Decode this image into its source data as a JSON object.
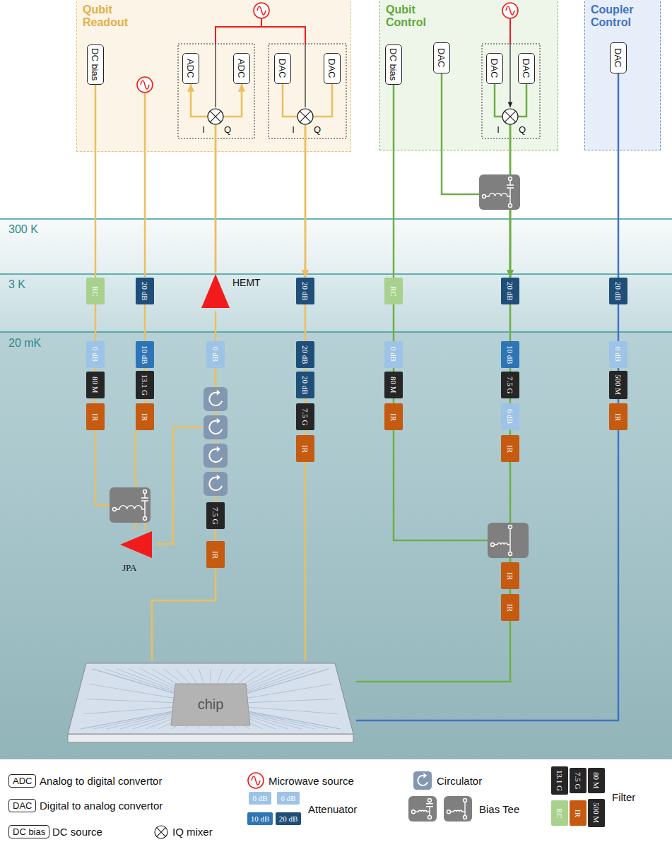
{
  "diagram": {
    "nodes": [
      {
        "text": [
          "Qubit Readout"
        ]
      },
      {
        "text": [
          "DC bias"
        ],
        "in": 0
      },
      {
        "text": [
          "ADC"
        ],
        "in": 0
      },
      {
        "text": [
          "ADC"
        ],
        "in": 0
      },
      {
        "text": [
          "DAC"
        ],
        "in": 0
      },
      {
        "text": [
          "DAC"
        ],
        "in": 0
      },
      {
        "text": [
          "Qubit Control"
        ]
      },
      {
        "text": [
          "DC bias"
        ],
        "in": 6
      },
      {
        "text": [
          "DAC"
        ],
        "in": 6
      },
      {
        "text": [
          "DAC"
        ],
        "in": 6
      },
      {
        "text": [
          "DAC"
        ],
        "in": 6
      },
      {
        "text": [
          "Coupler Control"
        ]
      },
      {
        "text": [
          "DAC"
        ],
        "in": 11
      },
      {
        "text": [
          "RC"
        ]
      },
      {
        "text": [
          "0 dB"
        ]
      },
      {
        "text": [
          "80 M"
        ]
      },
      {
        "text": [
          "IR"
        ]
      },
      {
        "text": [
          "20 dB"
        ]
      },
      {
        "text": [
          "10 dB"
        ]
      },
      {
        "text": [
          "13.1 G"
        ]
      },
      {
        "text": [
          "IR"
        ]
      },
      {
        "text": [
          "JPA"
        ]
      },
      {
        "text": [
          "HEMT"
        ]
      },
      {
        "text": [
          "0 dB"
        ]
      },
      {
        "text": [
          "7.5 G"
        ]
      },
      {
        "text": [
          "IR"
        ]
      },
      {
        "text": [
          "20 dB"
        ]
      },
      {
        "text": [
          "20 dB"
        ]
      },
      {
        "text": [
          "20 dB"
        ]
      },
      {
        "text": [
          "7.5 G"
        ]
      },
      {
        "text": [
          "IR"
        ]
      },
      {
        "text": [
          "RC"
        ]
      },
      {
        "text": [
          "0 dB"
        ]
      },
      {
        "text": [
          "80 M"
        ]
      },
      {
        "text": [
          "IR"
        ]
      },
      {
        "text": [
          "20 dB"
        ]
      },
      {
        "text": [
          "10 dB"
        ]
      },
      {
        "text": [
          "7.5 G"
        ]
      },
      {
        "text": [
          "6 dB"
        ]
      },
      {
        "text": [
          "IR"
        ]
      },
      {
        "text": [
          "IR"
        ]
      },
      {
        "text": [
          "IR"
        ]
      },
      {
        "text": [
          "20 dB"
        ]
      },
      {
        "text": [
          "6 dB"
        ]
      },
      {
        "text": [
          "500 M"
        ]
      },
      {
        "text": [
          "IR"
        ]
      },
      {
        "text": [
          "chip"
        ]
      }
    ],
    "edges": [
      {
        "from": 1,
        "to": 13,
        "arrow": "none"
      },
      {
        "from": 13,
        "to": 14,
        "arrow": "none"
      },
      {
        "from": 14,
        "to": 15,
        "arrow": "none"
      },
      {
        "from": 15,
        "to": 16,
        "arrow": "none"
      },
      {
        "from": 16,
        "to": 21,
        "arrow": "none"
      },
      {
        "from": 17,
        "to": 18,
        "arrow": "none"
      },
      {
        "from": 18,
        "to": 19,
        "arrow": "none"
      },
      {
        "from": 19,
        "to": 20,
        "arrow": "none"
      },
      {
        "from": 20,
        "to": 21,
        "arrow": "none"
      },
      {
        "from": 46,
        "to": 25,
        "arrow": "none"
      },
      {
        "from": 25,
        "to": 24,
        "arrow": "none"
      },
      {
        "from": 24,
        "to": 23,
        "arrow": "none"
      },
      {
        "from": 21,
        "to": 23,
        "arrow": "none"
      },
      {
        "from": 23,
        "to": 22,
        "arrow": "none"
      },
      {
        "from": 22,
        "to": 2,
        "arrow": "to"
      },
      {
        "from": 22,
        "to": 3,
        "arrow": "to"
      },
      {
        "from": 4,
        "to": 26,
        "arrow": "to"
      },
      {
        "from": 5,
        "to": 26,
        "arrow": "to"
      },
      {
        "from": 26,
        "to": 27,
        "arrow": "none"
      },
      {
        "from": 27,
        "to": 28,
        "arrow": "none"
      },
      {
        "from": 28,
        "to": 29,
        "arrow": "none"
      },
      {
        "from": 29,
        "to": 30,
        "arrow": "none"
      },
      {
        "from": 30,
        "to": 46,
        "arrow": "none"
      },
      {
        "from": 7,
        "to": 31,
        "arrow": "none"
      },
      {
        "from": 31,
        "to": 32,
        "arrow": "none"
      },
      {
        "from": 32,
        "to": 33,
        "arrow": "none"
      },
      {
        "from": 33,
        "to": 34,
        "arrow": "none"
      },
      {
        "from": 34,
        "to": 40,
        "arrow": "none"
      },
      {
        "from": 9,
        "to": 35,
        "arrow": "to"
      },
      {
        "from": 10,
        "to": 35,
        "arrow": "to"
      },
      {
        "from": 8,
        "to": 35,
        "arrow": "none"
      },
      {
        "from": 35,
        "to": 36,
        "arrow": "none"
      },
      {
        "from": 36,
        "to": 37,
        "arrow": "none"
      },
      {
        "from": 37,
        "to": 38,
        "arrow": "none"
      },
      {
        "from": 38,
        "to": 39,
        "arrow": "none"
      },
      {
        "from": 39,
        "to": 40,
        "arrow": "none"
      },
      {
        "from": 40,
        "to": 41,
        "arrow": "none"
      },
      {
        "from": 41,
        "to": 46,
        "arrow": "none"
      },
      {
        "from": 12,
        "to": 42,
        "arrow": "none"
      },
      {
        "from": 42,
        "to": 43,
        "arrow": "none"
      },
      {
        "from": 43,
        "to": 44,
        "arrow": "none"
      },
      {
        "from": 44,
        "to": 45,
        "arrow": "none"
      },
      {
        "from": 45,
        "to": 46,
        "arrow": "none"
      }
    ],
    "labels": [
      "300 K",
      "3 K",
      "20 mK",
      "I",
      "Q",
      "I",
      "Q",
      "I",
      "Q",
      "ADC",
      "DAC",
      "DC bias",
      "0 dB",
      "6 dB",
      "10 dB",
      "20 dB",
      "13.1 G",
      "7.5 G",
      "80 M",
      "RC",
      "IR",
      "500 M"
    ],
    "legend": [
      {
        "text": "Analog to digital convertor"
      },
      {
        "text": "Digital to analog convertor"
      },
      {
        "text": "DC source"
      },
      {
        "text": "IQ mixer"
      },
      {
        "text": "Microwave source"
      },
      {
        "text": "Attenuator"
      },
      {
        "text": "Circulator"
      },
      {
        "text": "Bias Tee"
      },
      {
        "text": "Filter"
      }
    ]
  }
}
